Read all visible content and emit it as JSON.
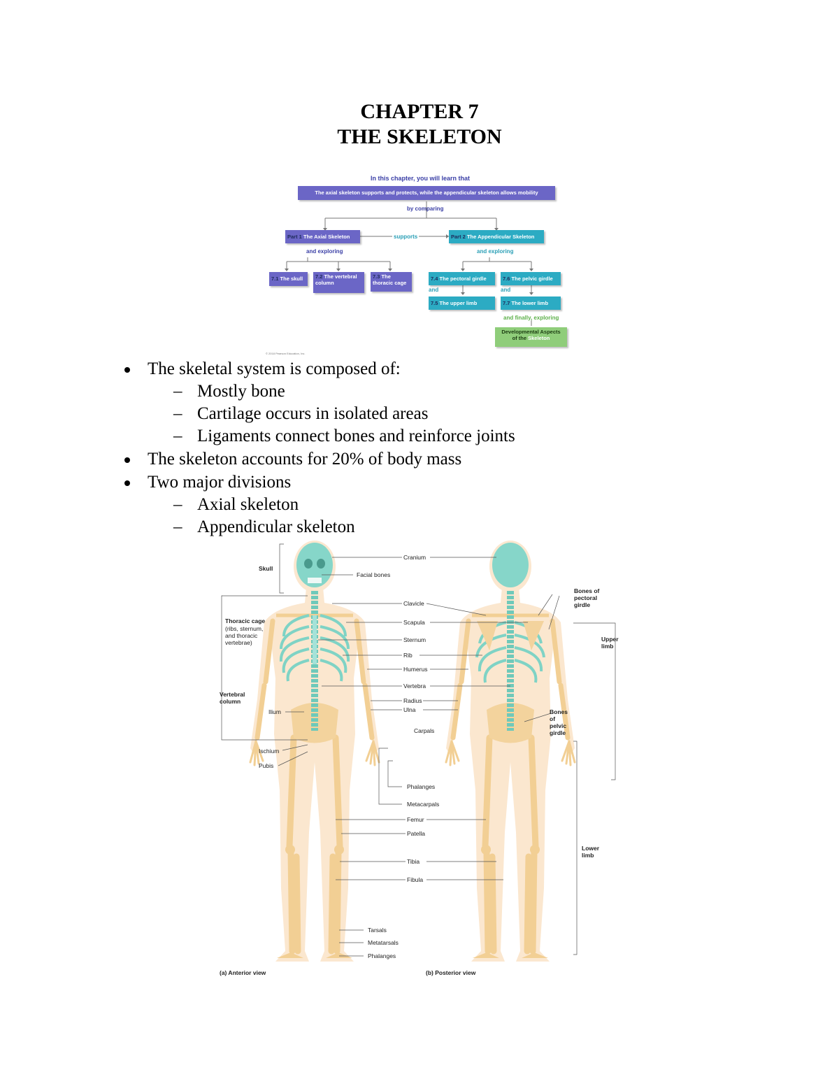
{
  "title": {
    "line1": "CHAPTER 7",
    "line2": "THE SKELETON"
  },
  "concept_map": {
    "heading": "In this chapter, you will learn that",
    "main": "The axial skeleton supports and protects, while the appendicular skeleton allows mobility",
    "by_comparing": "by comparing",
    "part1_tag": "Part 1",
    "part1": "The Axial Skeleton",
    "supports": "supports",
    "part2_tag": "Part 2",
    "part2": "The Appendicular Skeleton",
    "and_exploring_1": "and exploring",
    "and_exploring_2": "and exploring",
    "s71_num": "7.1",
    "s71": "The skull",
    "s72_num": "7.2",
    "s72": "The vertebral column",
    "s73_num": "7.3",
    "s73": "The thoracic cage",
    "s74_num": "7.4",
    "s74": "The pectoral girdle",
    "s76_num": "7.6",
    "s76": "The pelvic girdle",
    "and_1": "and",
    "and_2": "and",
    "s75_num": "7.5",
    "s75": "The upper limb",
    "s77_num": "7.7",
    "s77": "The lower limb",
    "finally": "and finally, exploring",
    "dev_1": "Developmental Aspects",
    "dev_2_a": "of the",
    "dev_2_b": "Skeleton",
    "copyright": "© 2018 Pearson Education, Inc."
  },
  "bullets": {
    "b1": "The skeletal system is composed of:",
    "b1_1": "Mostly bone",
    "b1_2": "Cartilage occurs in isolated areas",
    "b1_3": "Ligaments connect bones and reinforce joints",
    "b2": "The skeleton accounts for 20% of body mass",
    "b3": "Two major divisions",
    "b3_1": "Axial skeleton",
    "b3_2": "Appendicular skeleton",
    "dash": "–"
  },
  "figure": {
    "labels": {
      "skull": "Skull",
      "cranium": "Cranium",
      "facial": "Facial bones",
      "clavicle": "Clavicle",
      "scapula": "Scapula",
      "sternum": "Sternum",
      "rib": "Rib",
      "humerus": "Humerus",
      "vertebra": "Vertebra",
      "radius": "Radius",
      "ulna": "Ulna",
      "carpals": "Carpals",
      "phalanges": "Phalanges",
      "metacarpals": "Metacarpals",
      "femur": "Femur",
      "patella": "Patella",
      "tibia": "Tibia",
      "fibula": "Fibula",
      "tarsals": "Tarsals",
      "metatarsals": "Metatarsals",
      "phalanges2": "Phalanges",
      "ilium": "Ilium",
      "ischium": "Ischium",
      "pubis": "Pubis",
      "thoracic_cage": "Thoracic cage",
      "thoracic_cage_sub": "(ribs, sternum, and thoracic vertebrae)",
      "vertebral_column": "Vertebral column",
      "bones_pectoral": "Bones of pectoral girdle",
      "upper_limb": "Upper limb",
      "bones_pelvic": "Bones of pelvic girdle",
      "lower_limb": "Lower limb",
      "anterior": "(a) Anterior view",
      "posterior": "(b) Posterior view"
    },
    "colors": {
      "bone_axial": "#7fd3c5",
      "bone_appendicular": "#f4d9a8",
      "body": "#fbe7cf"
    }
  }
}
